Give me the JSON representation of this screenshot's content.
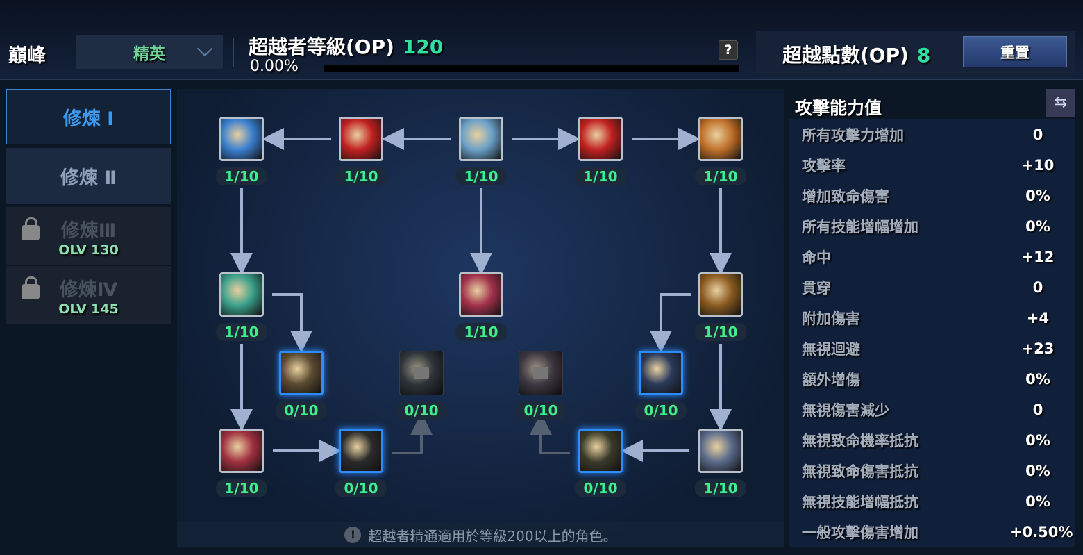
{
  "header": {
    "title": "巔峰",
    "grade": "精英",
    "op_level_label": "超越者等級(OP)",
    "op_level": "120",
    "progress_text": "0.00%",
    "progress": 0,
    "help": "?",
    "op_points_label": "超越點數(OP)",
    "op_points": "8",
    "reset": "重置"
  },
  "tabs": [
    {
      "label": "修煉 Ⅰ",
      "state": "active"
    },
    {
      "label": "修煉 Ⅱ",
      "state": "normal"
    },
    {
      "label": "修煉Ⅲ",
      "req": "OLV 130",
      "state": "locked"
    },
    {
      "label": "修煉Ⅳ",
      "req": "OLV 145",
      "state": "locked"
    }
  ],
  "nodes": [
    {
      "level": "1/10",
      "state": "learned",
      "color": "#3a7fd0"
    },
    {
      "level": "1/10",
      "state": "learned",
      "color": "#c02020"
    },
    {
      "level": "1/10",
      "state": "learned",
      "color": "#6aa0c8"
    },
    {
      "level": "1/10",
      "state": "learned",
      "color": "#c02020"
    },
    {
      "level": "1/10",
      "state": "learned",
      "color": "#c0702a"
    },
    {
      "level": "1/10",
      "state": "learned",
      "color": "#3aa08a"
    },
    {
      "level": "1/10",
      "state": "learned",
      "color": "#a0304a"
    },
    {
      "level": "1/10",
      "state": "learned",
      "color": "#8a5a20"
    },
    {
      "level": "0/10",
      "state": "avail",
      "color": "#5a4a30"
    },
    {
      "level": "0/10",
      "state": "locked",
      "color": "#3a4a5a"
    },
    {
      "level": "0/10",
      "state": "locked",
      "color": "#5a4a6a"
    },
    {
      "level": "0/10",
      "state": "avail",
      "color": "#2a3a5a"
    },
    {
      "level": "1/10",
      "state": "learned",
      "color": "#a03040"
    },
    {
      "level": "0/10",
      "state": "avail",
      "color": "#2a2a2a"
    },
    {
      "level": "0/10",
      "state": "avail",
      "color": "#3a3a2a"
    },
    {
      "level": "1/10",
      "state": "learned",
      "color": "#5a6a8a"
    }
  ],
  "notice": {
    "icon": "!",
    "text": "超越者精通適用於等級200以上的角色。"
  },
  "stats": {
    "title": "攻擊能力值",
    "swap": "⇆",
    "rows": [
      {
        "k": "所有攻擊力增加",
        "v": "0"
      },
      {
        "k": "攻擊率",
        "v": "+10"
      },
      {
        "k": "增加致命傷害",
        "v": "0%"
      },
      {
        "k": "所有技能增幅增加",
        "v": "0%"
      },
      {
        "k": "命中",
        "v": "+12"
      },
      {
        "k": "貫穿",
        "v": "0"
      },
      {
        "k": "附加傷害",
        "v": "+4"
      },
      {
        "k": "無視迴避",
        "v": "+23"
      },
      {
        "k": "額外增傷",
        "v": "0%"
      },
      {
        "k": "無視傷害減少",
        "v": "0"
      },
      {
        "k": "無視致命機率抵抗",
        "v": "0%"
      },
      {
        "k": "無視致命傷害抵抗",
        "v": "0%"
      },
      {
        "k": "無視技能增幅抵抗",
        "v": "0%"
      },
      {
        "k": "一般攻擊傷害增加",
        "v": "+0.50%"
      }
    ]
  }
}
